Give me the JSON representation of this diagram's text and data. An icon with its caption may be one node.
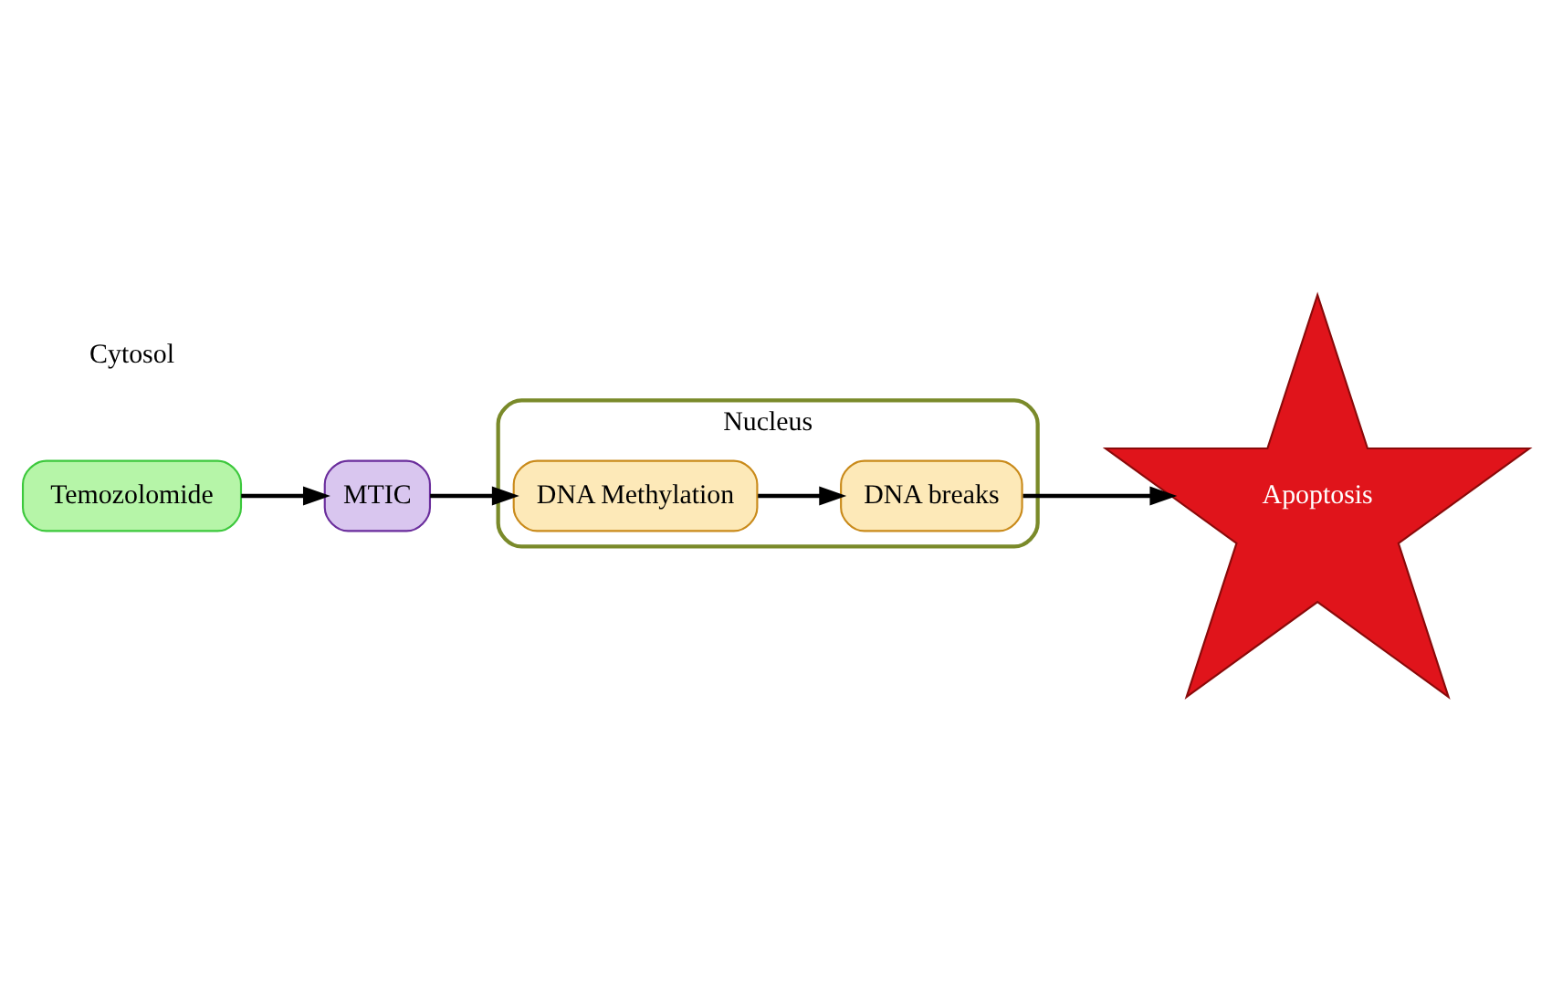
{
  "diagram": {
    "nodes": [
      {
        "text": [
          "Temozolomide"
        ]
      },
      {
        "text": [
          "MTIC"
        ]
      },
      {
        "text": [
          "Nucleus"
        ]
      },
      {
        "text": [
          "DNA Methylation"
        ],
        "in": 2
      },
      {
        "text": [
          "DNA breaks"
        ],
        "in": 2
      },
      {
        "text": [
          "Apoptosis"
        ]
      }
    ],
    "edges": [
      {
        "from": 0,
        "to": 1,
        "arrow": "to"
      },
      {
        "from": 1,
        "to": 3,
        "arrow": "to"
      },
      {
        "from": 3,
        "to": 4,
        "arrow": "to"
      },
      {
        "from": 4,
        "to": 5,
        "arrow": "to"
      }
    ],
    "labels": [
      "Cytosol"
    ]
  }
}
